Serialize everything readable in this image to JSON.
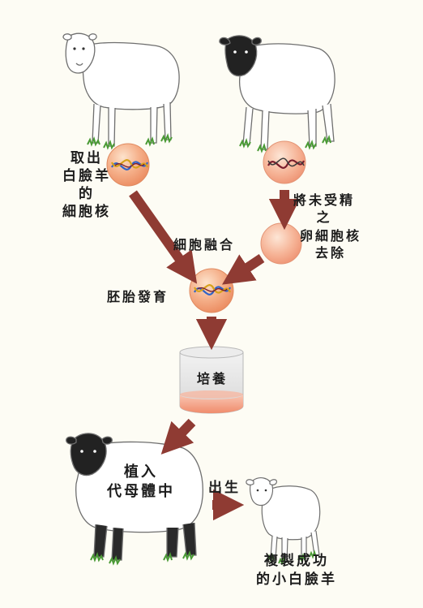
{
  "labels": {
    "take_nucleus": [
      "取出",
      "白臉羊",
      "的",
      "細胞核"
    ],
    "fusion": "細胞融合",
    "egg_removal": [
      "將未受精",
      "之",
      "卵細胞核",
      "去除"
    ],
    "embryo": "胚胎發育",
    "culture": "培養",
    "implant": [
      "植入",
      "代母體中"
    ],
    "birth": "出生",
    "clone_result": [
      "複製成功",
      "的小白臉羊"
    ]
  },
  "colors": {
    "background": "#fdfcf4",
    "arrow": "#8f3b33",
    "cell": "#f2a87a",
    "cell_highlight": "#fde0c8",
    "dna_blue": "#2f64c8",
    "dna_gold": "#d6a21a",
    "dna_maroon": "#7a1d2c",
    "sheep_outline": "#6f6f6f",
    "sheep_black": "#1f1f1f",
    "grass": "#4a9a35",
    "culture_fill": "#f4a58a"
  },
  "icons": [
    "white-faced-sheep-icon",
    "black-faced-sheep-icon",
    "surrogate-sheep-icon",
    "lamb-icon",
    "nucleus-cell-icon",
    "egg-cell-icon",
    "enucleated-egg-icon",
    "embryo-cell-icon",
    "culture-dish-icon",
    "dna-helix-icon"
  ]
}
